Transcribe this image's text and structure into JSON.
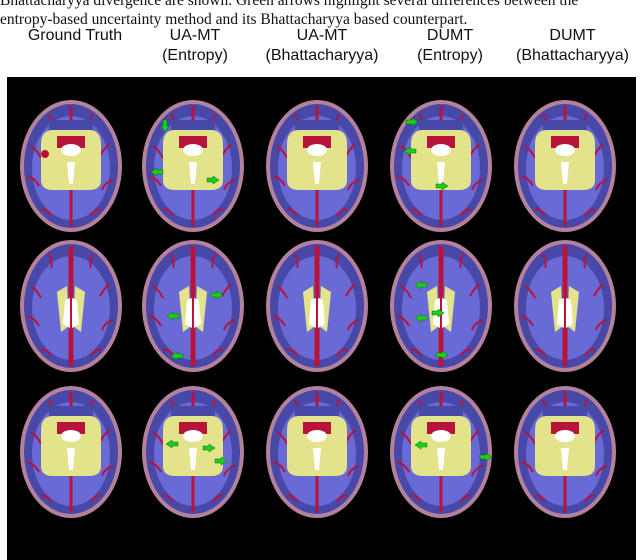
{
  "caption": {
    "line1": "Bhattacharyya divergence are shown. Green arrows highlight several differences between the",
    "line2": "entropy-based uncertainty method and its Bhattacharyya based counterpart."
  },
  "columns": [
    {
      "line1": "Ground Truth",
      "line2": ""
    },
    {
      "line1": "UA-MT",
      "line2": "(Entropy)"
    },
    {
      "line1": "UA-MT",
      "line2": "(Bhattacharyya)"
    },
    {
      "line1": "DUMT",
      "line2": "(Entropy)"
    },
    {
      "line1": "DUMT",
      "line2": "(Bhattacharyya)"
    }
  ],
  "rows": [
    {
      "slice": "slice-1",
      "arrows_by_column": [
        [],
        [
          [
            165,
            126,
            "down"
          ],
          [
            157,
            172,
            "left"
          ],
          [
            213,
            180,
            "right"
          ]
        ],
        [],
        [
          [
            412,
            122,
            "right"
          ],
          [
            410,
            151,
            "left"
          ],
          [
            442,
            186,
            "right"
          ]
        ],
        []
      ]
    },
    {
      "slice": "slice-2",
      "arrows_by_column": [
        [],
        [
          [
            217,
            295,
            "right"
          ],
          [
            173,
            316,
            "left"
          ],
          [
            177,
            356,
            "left"
          ]
        ],
        [],
        [
          [
            421,
            285,
            "left"
          ],
          [
            438,
            313,
            "right"
          ],
          [
            421,
            318,
            "left"
          ],
          [
            442,
            355,
            "right"
          ]
        ],
        []
      ]
    },
    {
      "slice": "slice-3",
      "arrows_by_column": [
        [],
        [
          [
            172,
            444,
            "left"
          ],
          [
            209,
            448,
            "right"
          ],
          [
            221,
            461,
            "right"
          ]
        ],
        [],
        [
          [
            421,
            445,
            "left"
          ],
          [
            486,
            457,
            "right"
          ]
        ],
        []
      ]
    }
  ],
  "colors": {
    "background": "#000000",
    "brain_outline": "#b3819c",
    "white_matter": "#6a6ad6",
    "gray_matter": "#4848a8",
    "csf": "#b8143a",
    "ventricle": "#e3e38b",
    "white_label": "#ffffff",
    "arrow": "#19d019"
  },
  "legend_labels": {
    "brain_icon": "brain-segmentation-icon",
    "arrow_icon": "green-arrow-icon"
  }
}
